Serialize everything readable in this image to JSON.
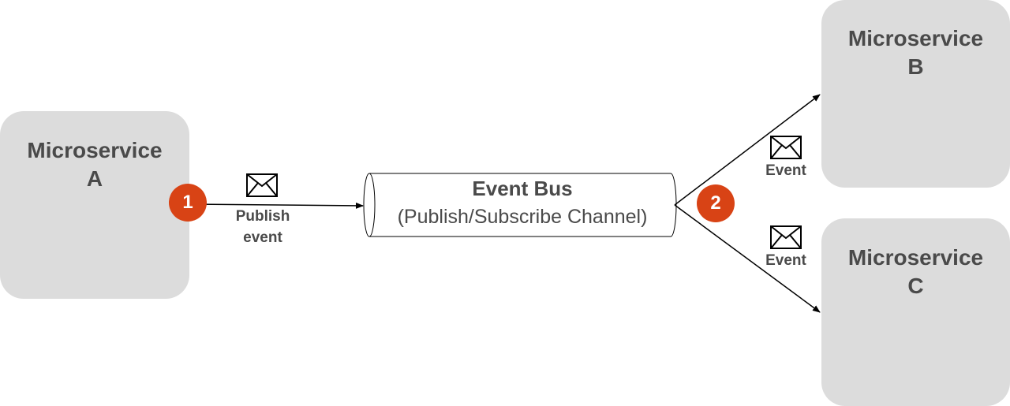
{
  "nodes": {
    "microservice_a": {
      "line1": "Microservice",
      "line2": "A"
    },
    "microservice_b": {
      "line1": "Microservice",
      "line2": "B"
    },
    "microservice_c": {
      "line1": "Microservice",
      "line2": "C"
    }
  },
  "event_bus": {
    "title": "Event Bus",
    "subtitle": "(Publish/Subscribe Channel)"
  },
  "steps": [
    "1",
    "2"
  ],
  "edges": {
    "publish": {
      "line1": "Publish",
      "line2": "event",
      "icon": "envelope-icon"
    },
    "to_b": {
      "label": "Event",
      "icon": "envelope-icon"
    },
    "to_c": {
      "label": "Event",
      "icon": "envelope-icon"
    }
  },
  "colors": {
    "node_fill": "#dcdcdc",
    "text": "#4a4a4a",
    "badge": "#d84315",
    "line": "#000000"
  }
}
